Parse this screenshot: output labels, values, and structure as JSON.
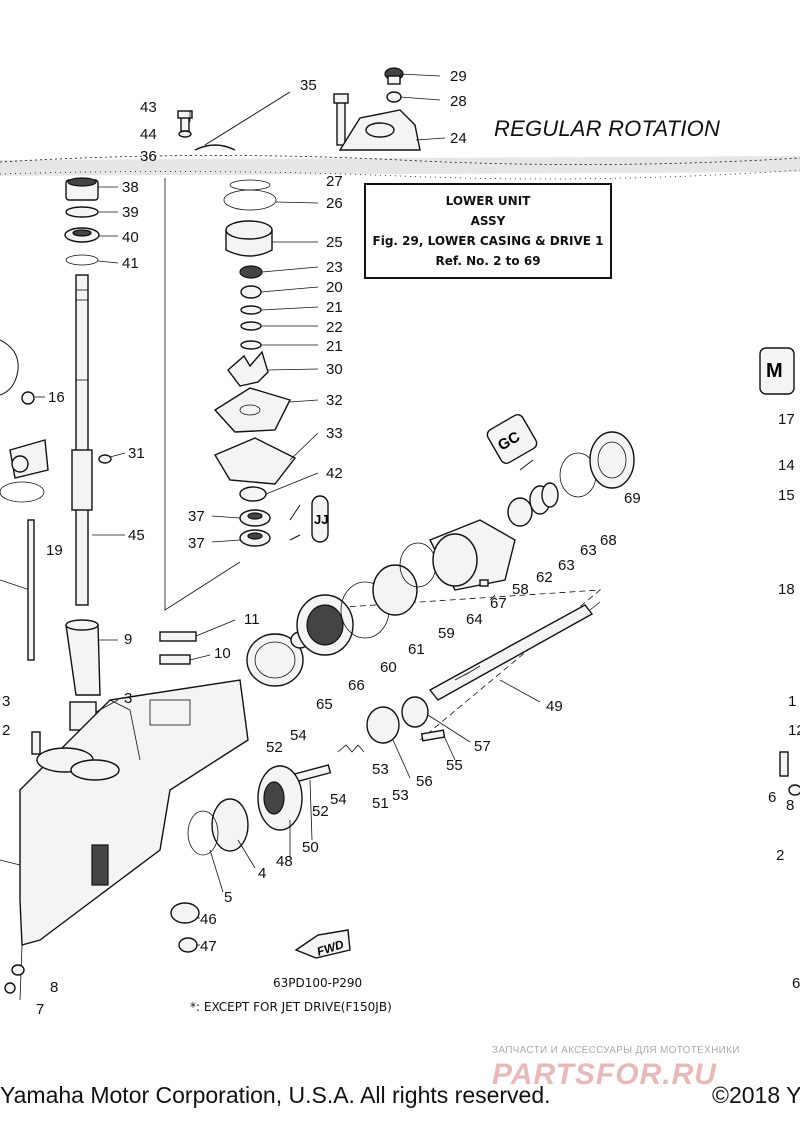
{
  "header": {
    "title": "REGULAR ROTATION"
  },
  "info_box": {
    "line1": "LOWER  UNIT",
    "line2": "ASSY",
    "line3": "Fig. 29, LOWER CASING & DRIVE 1",
    "line4": "Ref. No. 2 to 69"
  },
  "callouts": [
    "43",
    "44",
    "36",
    "35",
    "29",
    "28",
    "24",
    "27",
    "26",
    "25",
    "23",
    "20",
    "21",
    "22",
    "21",
    "30",
    "32",
    "33",
    "42",
    "37",
    "37",
    "38",
    "39",
    "40",
    "41",
    "16",
    "31",
    "19",
    "45",
    "11",
    "10",
    "9",
    "3",
    "3",
    "2",
    "65",
    "66",
    "60",
    "61",
    "64",
    "59",
    "67",
    "58",
    "62",
    "63",
    "63",
    "68",
    "69",
    "49",
    "57",
    "55",
    "56",
    "54",
    "52",
    "53",
    "51",
    "53",
    "54",
    "52",
    "50",
    "48",
    "4",
    "5",
    "46",
    "47",
    "8",
    "7",
    "17",
    "14",
    "15",
    "18",
    "1",
    "12",
    "6",
    "8",
    "2",
    "6"
  ],
  "badges": {
    "gc": "GC",
    "jj": "JJ",
    "m": "M",
    "fwd": "FWD"
  },
  "footer": {
    "diagram_code": "63PD100-P290",
    "note": "*: EXCEPT FOR JET DRIVE(F150JB)",
    "shop_tagline": "ЗАПЧАСТИ И АКСЕССУАРЫ ДЛЯ МОТОТЕХНИКИ",
    "shop_logo": "PARTSFOR.RU",
    "copyright": "Yamaha Motor Corporation, U.S.A. All rights reserved.",
    "year": "©2018 Y"
  }
}
